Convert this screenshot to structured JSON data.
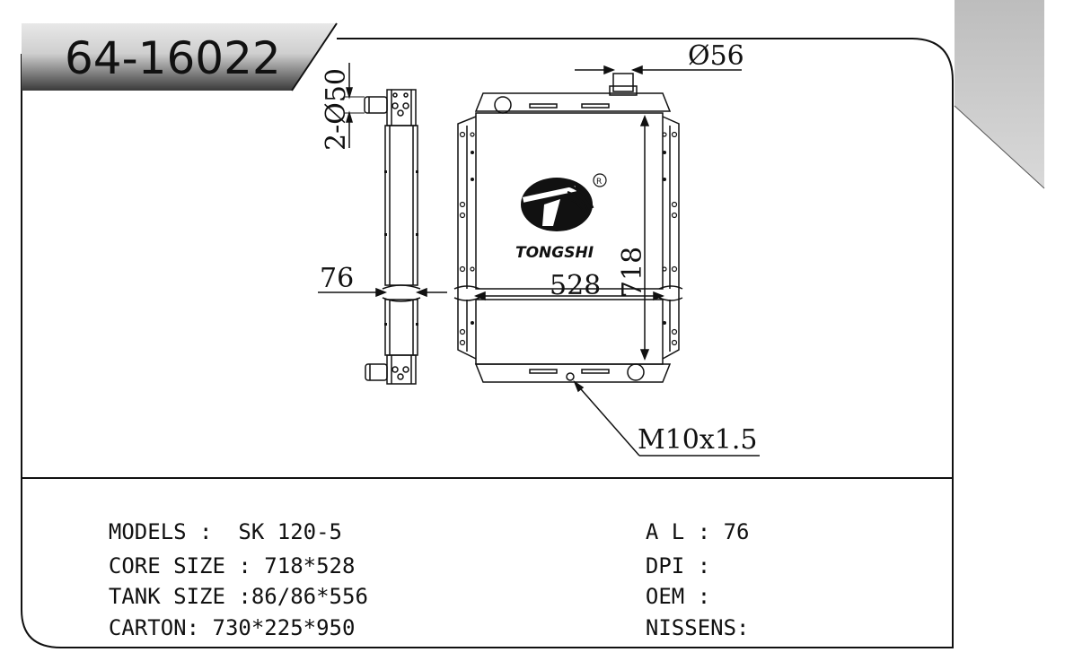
{
  "header": {
    "part_number": "64-16022"
  },
  "brand": {
    "name": "TONGSHI",
    "registered_mark": "R"
  },
  "dimensions": {
    "inlet": "Ø56",
    "side_pipes": "2-Ø50",
    "core_thickness": "76",
    "core_width": "528",
    "core_height": "718",
    "drain_thread": "M10x1.5"
  },
  "specs": {
    "left": [
      {
        "label": "MODELS :  ",
        "value": "SK 120-5"
      },
      {
        "label": "CORE SIZE : ",
        "value": "718*528"
      },
      {
        "label": "TANK SIZE :",
        "value": "86/86*556"
      },
      {
        "label": "CARTON: ",
        "value": "730*225*950"
      }
    ],
    "right": [
      {
        "label": "A L : ",
        "value": "76"
      },
      {
        "label": "DPI : ",
        "value": ""
      },
      {
        "label": "OEM : ",
        "value": ""
      },
      {
        "label": "NISSENS:",
        "value": ""
      }
    ]
  },
  "colors": {
    "line": "#111111",
    "header_dark": "#3a3a3a",
    "header_light": "#e6e6e6",
    "corner_gray": "#c8c8c8"
  }
}
